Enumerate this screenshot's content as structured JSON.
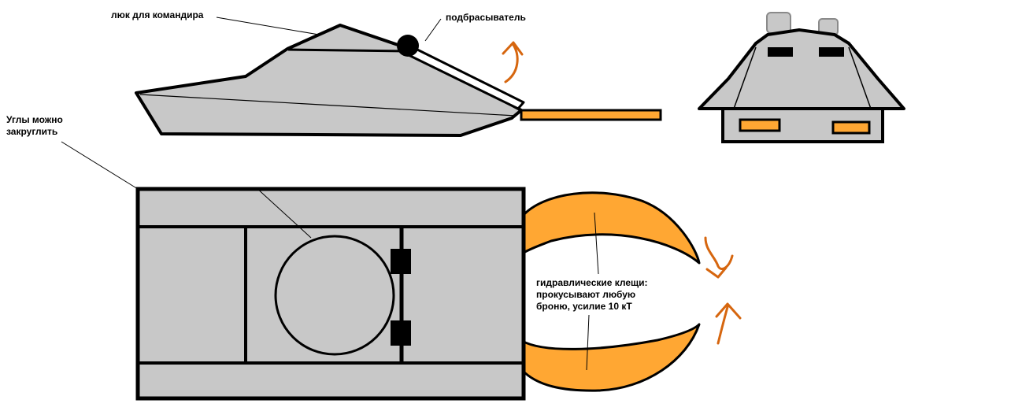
{
  "labels": {
    "hatch": "люк для командира",
    "thrower": "подбрасыватель",
    "corners": [
      "Углы можно",
      "закруглить"
    ],
    "pincers": [
      "гидравлические клещи:",
      "прокусывают любую",
      "броню, усилие 10 кТ"
    ]
  },
  "colors": {
    "hull": "#c8c8c8",
    "outline": "#000000",
    "accent": "#ffa733",
    "arrow": "#d6660f"
  }
}
